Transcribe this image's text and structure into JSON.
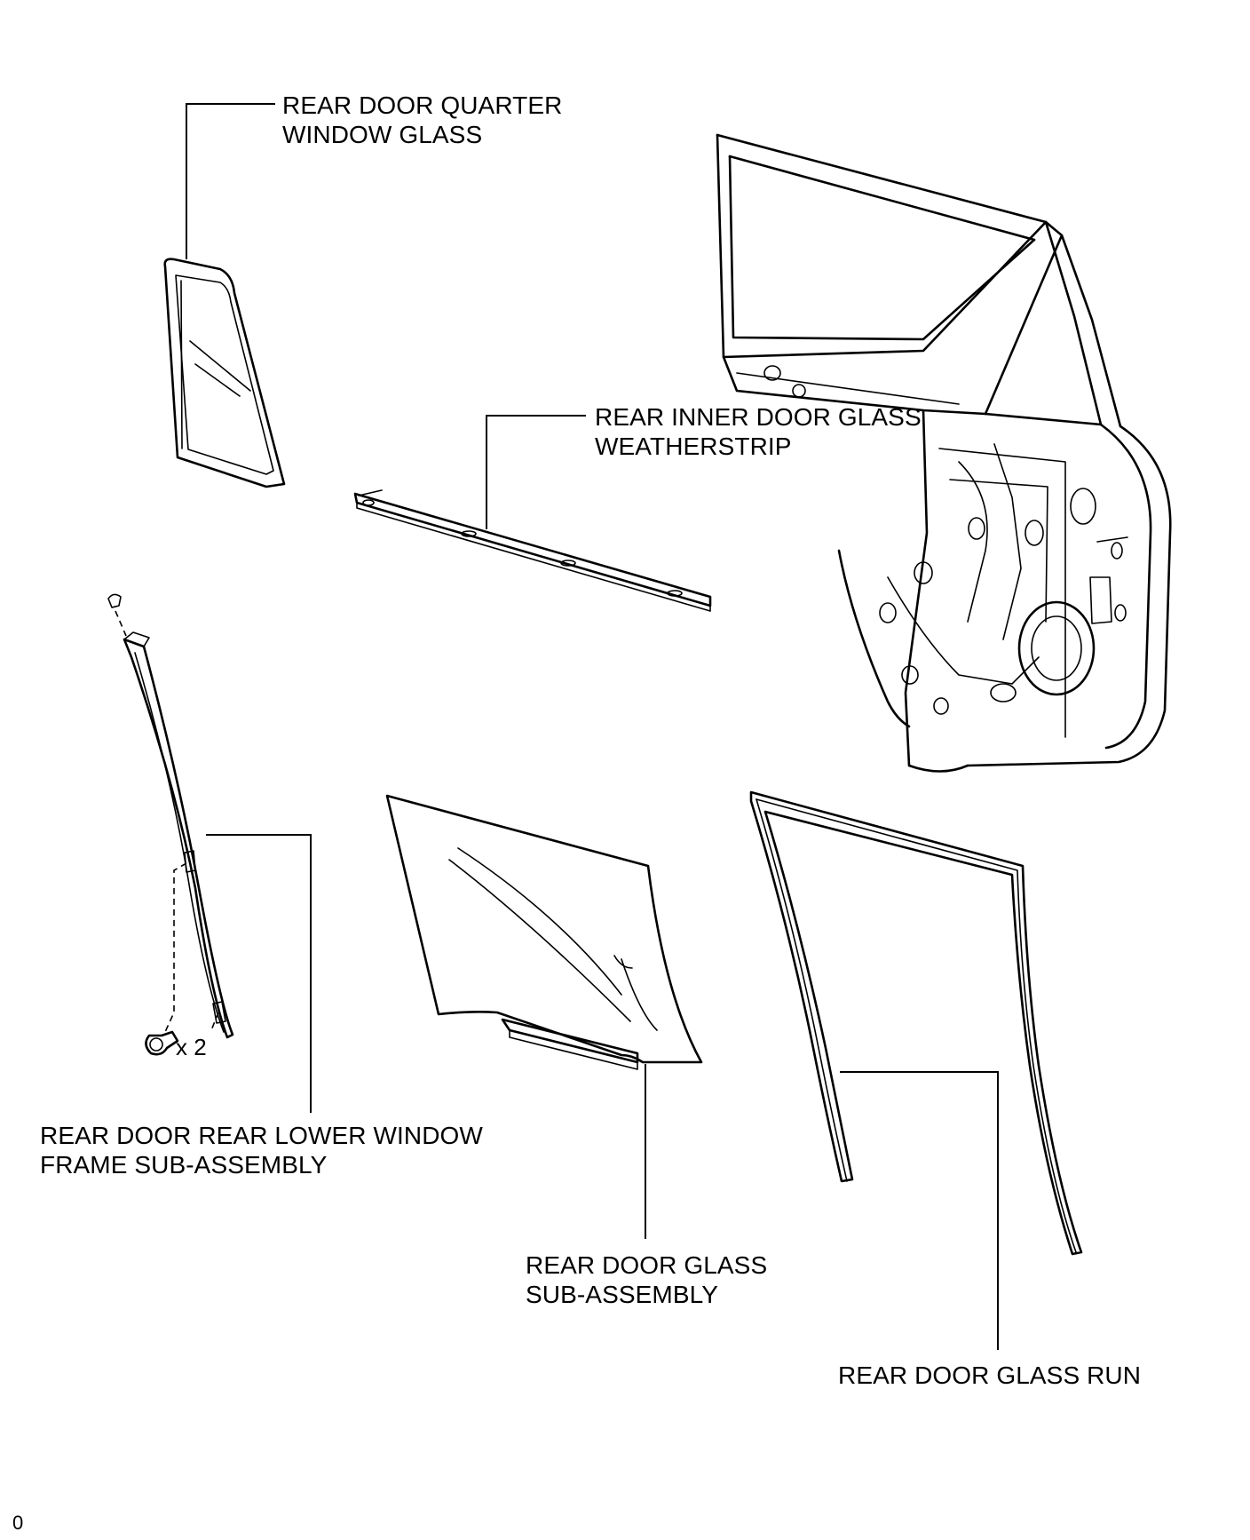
{
  "labels": {
    "quarter_glass": [
      "REAR DOOR QUARTER",
      "WINDOW GLASS"
    ],
    "inner_weatherstrip": [
      "REAR INNER DOOR GLASS",
      "WEATHERSTRIP"
    ],
    "lower_window_frame": [
      "REAR DOOR REAR LOWER WINDOW",
      "FRAME SUB-ASSEMBLY"
    ],
    "glass_sub_assembly": [
      "REAR DOOR GLASS",
      "SUB-ASSEMBLY"
    ],
    "glass_run": [
      "REAR DOOR GLASS RUN"
    ]
  },
  "bolt_quantity": "x 2",
  "figure_id": "0",
  "colors": {
    "line": "#000000",
    "background": "#ffffff"
  }
}
